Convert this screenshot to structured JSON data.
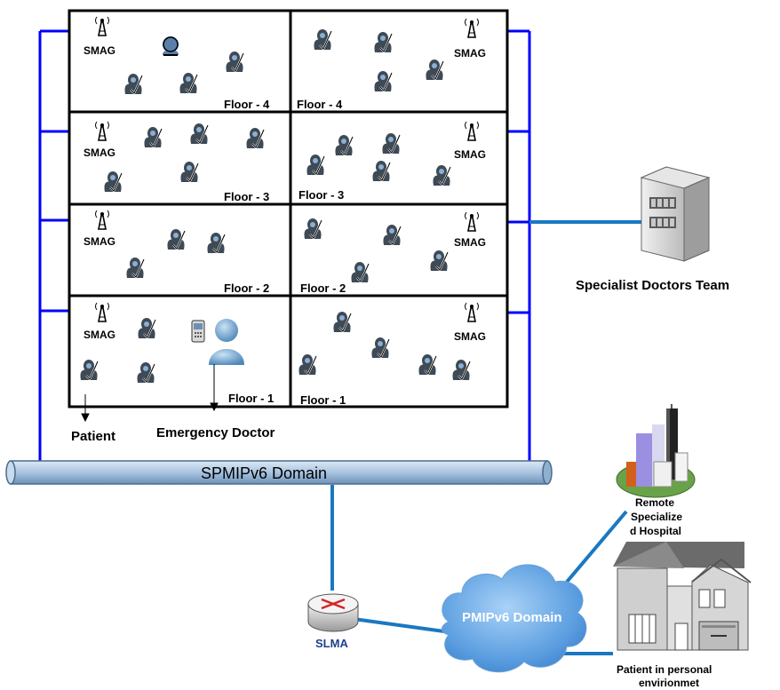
{
  "building": {
    "floors": [
      {
        "left_label": "Floor - 4",
        "right_label": "Floor - 4",
        "left_node": "SMAG",
        "right_node": "SMAG"
      },
      {
        "left_label": "Floor - 3",
        "right_label": "Floor - 3",
        "left_node": "SMAG",
        "right_node": "SMAG"
      },
      {
        "left_label": "Floor - 2",
        "right_label": "Floor - 2",
        "left_node": "SMAG",
        "right_node": "SMAG"
      },
      {
        "left_label": "Floor - 1",
        "right_label": "Floor - 1",
        "left_node": "SMAG",
        "right_node": "SMAG"
      }
    ],
    "patient_label": "Patient",
    "doctor_label": "Emergency Doctor"
  },
  "spmip_domain": {
    "label": "SPMIPv6 Domain"
  },
  "specialist": {
    "label": "Specialist Doctors Team"
  },
  "slma": {
    "label": "SLMA"
  },
  "pmip_domain": {
    "label": "PMIPv6 Domain"
  },
  "hospital": {
    "lines": [
      "Remote",
      "Specialize",
      "d Hospital"
    ]
  },
  "home": {
    "lines": [
      "Patient in personal",
      "envirionmet"
    ]
  },
  "colors": {
    "link": "#0000ff",
    "bus_fill": "#b8cfe6",
    "cloud": "#7ab4ec",
    "link_teal": "#1a78c2"
  }
}
